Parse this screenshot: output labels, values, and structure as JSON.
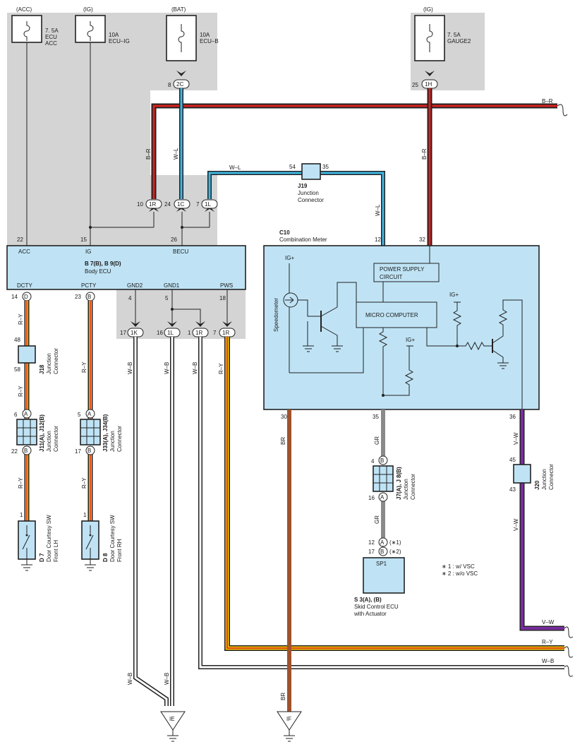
{
  "fuses": [
    {
      "source": "(ACC)",
      "rating": "7. 5A",
      "name1": "ECU",
      "name2": "ACC"
    },
    {
      "source": "(IG)",
      "rating": "10A",
      "name1": "ECU–IG",
      "name2": ""
    },
    {
      "source": "(BAT)",
      "rating": "10A",
      "name1": "ECU–B",
      "name2": ""
    },
    {
      "source": "(IG)",
      "rating": "7. 5A",
      "name1": "GAUGE2",
      "name2": ""
    }
  ],
  "wires": {
    "br": "B–R",
    "wl": "W–L",
    "ry": "R–Y",
    "wb": "W–B",
    "gr": "GR",
    "vw": "V–W",
    "brown": "BR"
  },
  "connectors": {
    "c2C": "2C",
    "c1H": "1H",
    "c1R": "1R",
    "c1C": "1C",
    "c1L": "1L",
    "c1K": "1K",
    "cD": "D",
    "cB": "B",
    "cA": "A"
  },
  "pins": {
    "p8": "8",
    "p25": "25",
    "p10": "10",
    "p24": "24",
    "p7": "7",
    "p54": "54",
    "p35": "35",
    "p22": "22",
    "p15": "15",
    "p26": "26",
    "p12": "12",
    "p32": "32",
    "p14": "14",
    "p23": "23",
    "p4": "4",
    "p5": "5",
    "p18": "18",
    "p17": "17",
    "p16": "16",
    "p1": "1",
    "p48": "48",
    "p58": "58",
    "p6": "6",
    "p30": "30",
    "p36": "36",
    "p45": "45",
    "p43": "43"
  },
  "body_ecu": {
    "title": "B 7(B), B 9(D)",
    "subtitle": "Body ECU",
    "acc": "ACC",
    "ig": "IG",
    "becu": "BECU",
    "dcty": "DCTY",
    "pcty": "PCTY",
    "gnd2": "GND2",
    "gnd1": "GND1",
    "pws": "PWS"
  },
  "meter": {
    "code": "C10",
    "name": "Combination Meter",
    "power_supply": "POWER SUPPLY",
    "circuit": "CIRCUIT",
    "micro": "MICRO COMPUTER",
    "igplus": "IG+",
    "speedometer": "Speedometer"
  },
  "j19": {
    "code": "J19",
    "line1": "Junction",
    "line2": "Connector"
  },
  "j18": {
    "code": "J18",
    "line1": "Junction",
    "line2": "Connector"
  },
  "j11": {
    "code": "J11(A), J12(B)",
    "line1": "Junction",
    "line2": "Connector"
  },
  "j33": {
    "code": "J33(A), J34(B)",
    "line1": "Junction",
    "line2": "Connector"
  },
  "j7": {
    "code": "J7(A), J 8(B)",
    "line1": "Junction",
    "line2": "Connector"
  },
  "j20": {
    "code": "J20",
    "line1": "Junction",
    "line2": "Connector"
  },
  "d7": {
    "code": "D 7",
    "line1": "Door Courtesy SW",
    "line2": "Front LH"
  },
  "d8": {
    "code": "D 8",
    "line1": "Door Courtesy SW",
    "line2": "Front RH"
  },
  "skid": {
    "code": "S 3(A), (B)",
    "line1": "Skid Control ECU",
    "line2": "with Actuator",
    "sp1": "SP1",
    "pinA": "12",
    "pinB": "17",
    "note1": "(∗1)",
    "note2": "(∗2)"
  },
  "notes": [
    "∗ 1 : w/ VSC",
    "∗ 2 : w/o VSC"
  ],
  "grounds": {
    "ie": "IE",
    "if": "IF"
  },
  "colors": {
    "red": "#d9231f",
    "yellow": "#f5c400",
    "lightblue": "#3fb6e4",
    "gray": "#8a8a8a",
    "brown": "#a0522d",
    "purple": "#7a2da0",
    "box_blue": "#bfe3f5",
    "bg_gray": "#d4d4d4"
  }
}
